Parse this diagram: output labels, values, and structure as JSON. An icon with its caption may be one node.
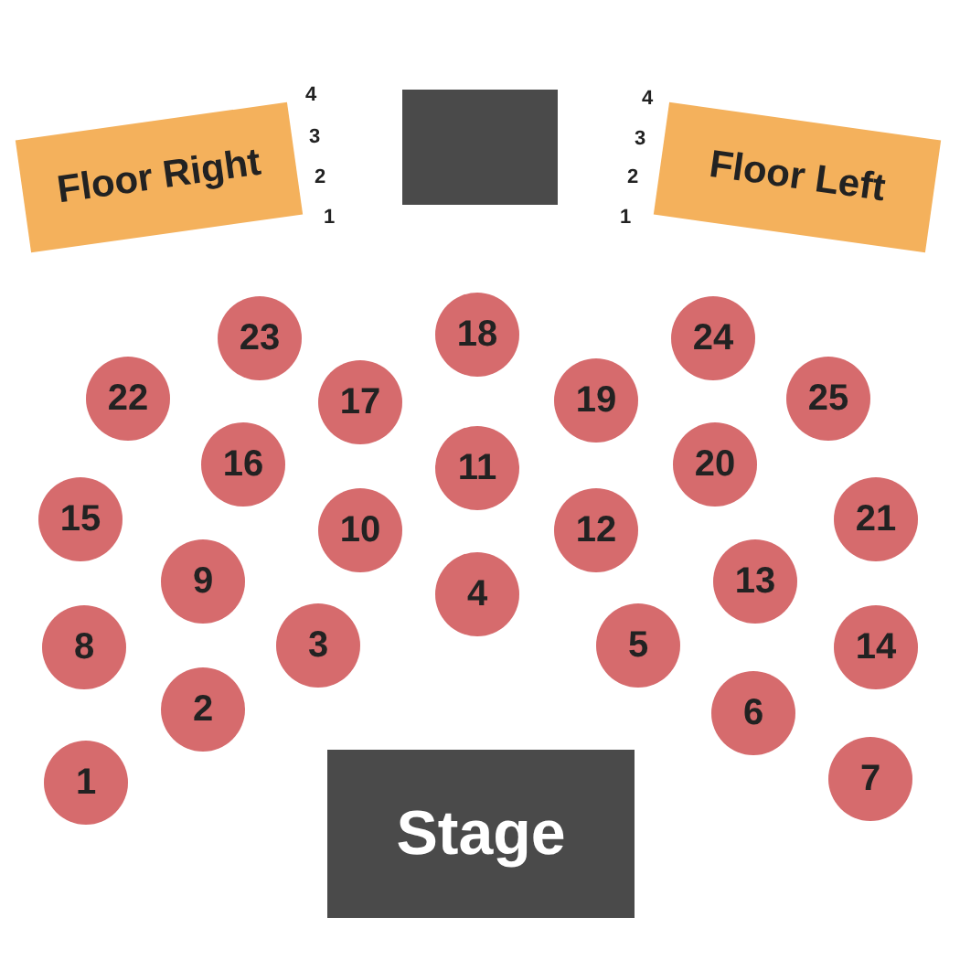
{
  "diagram": {
    "nodes": [
      {
        "text": [
          "Floor Right"
        ],
        "beside": [
          "4",
          "3",
          "2",
          "1"
        ]
      },
      {
        "text": [],
        "shape": "box"
      },
      {
        "text": [
          "Floor Left"
        ],
        "beside": [
          "4",
          "3",
          "2",
          "1"
        ]
      },
      {
        "text": [
          "1"
        ]
      },
      {
        "text": [
          "2"
        ]
      },
      {
        "text": [
          "3"
        ]
      },
      {
        "text": [
          "4"
        ]
      },
      {
        "text": [
          "5"
        ]
      },
      {
        "text": [
          "6"
        ]
      },
      {
        "text": [
          "7"
        ]
      },
      {
        "text": [
          "8"
        ]
      },
      {
        "text": [
          "9"
        ]
      },
      {
        "text": [
          "10"
        ]
      },
      {
        "text": [
          "11"
        ]
      },
      {
        "text": [
          "12"
        ]
      },
      {
        "text": [
          "13"
        ]
      },
      {
        "text": [
          "14"
        ]
      },
      {
        "text": [
          "15"
        ]
      },
      {
        "text": [
          "16"
        ]
      },
      {
        "text": [
          "17"
        ]
      },
      {
        "text": [
          "18"
        ]
      },
      {
        "text": [
          "19"
        ]
      },
      {
        "text": [
          "20"
        ]
      },
      {
        "text": [
          "21"
        ]
      },
      {
        "text": [
          "22"
        ]
      },
      {
        "text": [
          "23"
        ]
      },
      {
        "text": [
          "24"
        ]
      },
      {
        "text": [
          "25"
        ]
      },
      {
        "text": [
          "Stage"
        ]
      }
    ]
  }
}
